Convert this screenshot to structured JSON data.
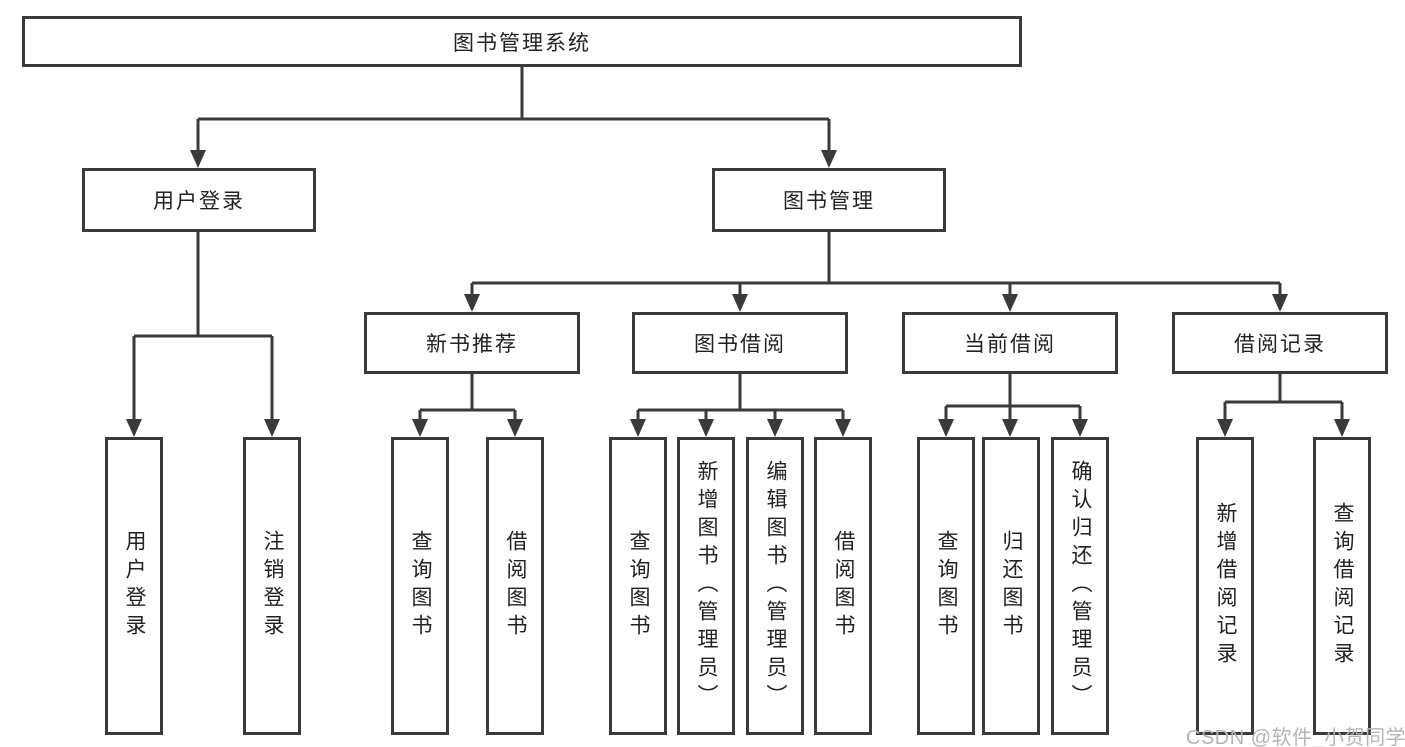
{
  "diagram": {
    "title_node": {
      "label": "图书管理系统"
    },
    "level2": {
      "user_login": {
        "label": "用户登录"
      },
      "book_mgmt": {
        "label": "图书管理"
      }
    },
    "level3": {
      "new_book_rec": {
        "label": "新书推荐"
      },
      "book_borrow": {
        "label": "图书借阅"
      },
      "current_borrow": {
        "label": "当前借阅"
      },
      "borrow_record": {
        "label": "借阅记录"
      }
    },
    "leaves": {
      "login_user": {
        "label": "用户登录"
      },
      "login_logout": {
        "label": "注销登录"
      },
      "nb_query": {
        "label": "查询图书"
      },
      "nb_borrow": {
        "label": "借阅图书"
      },
      "bb_query": {
        "label": "查询图书"
      },
      "bb_add": {
        "label": "新增图书（管理员）"
      },
      "bb_edit": {
        "label": "编辑图书（管理员）"
      },
      "bb_borrow": {
        "label": "借阅图书"
      },
      "cb_query": {
        "label": "查询图书"
      },
      "cb_return": {
        "label": "归还图书"
      },
      "cb_confirm": {
        "label": "确认归还（管理员）"
      },
      "br_add": {
        "label": "新增借阅记录"
      },
      "br_query": {
        "label": "查询借阅记录"
      }
    },
    "colors": {
      "line": "#3a3a3a",
      "text": "#222222",
      "watermark_text_color": "#b5b5b5",
      "background": "#ffffff"
    },
    "watermark": "CSDN @软件_小贺同学"
  }
}
